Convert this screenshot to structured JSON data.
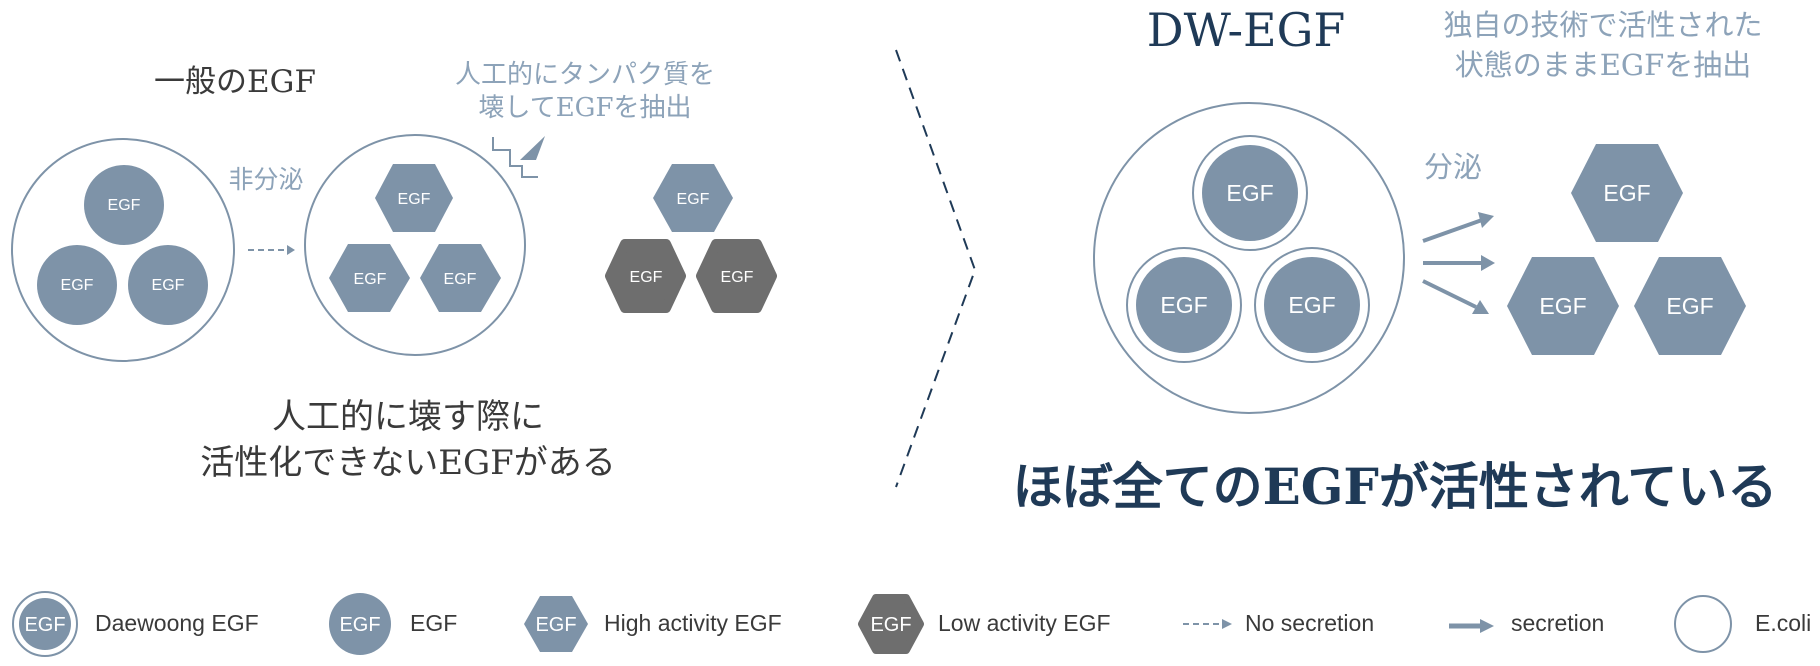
{
  "left": {
    "title": "一般のEGF",
    "note_line1": "人工的にタンパク質を",
    "note_line2": "壊してEGFを抽出",
    "arrow_label": "非分泌",
    "egf": "EGF",
    "conclusion_line1": "人工的に壊す際に",
    "conclusion_line2": "活性化できないEGFがある"
  },
  "right": {
    "title": "DW-EGF",
    "note_line1": "独自の技術で活性された",
    "note_line2": "状態のままEGFを抽出",
    "arrow_label": "分泌",
    "egf": "EGF",
    "conclusion": "ほぼ全てのEGFが活性されている"
  },
  "legend": {
    "daewoong": "Daewoong EGF",
    "egf": "EGF",
    "high": "High activity EGF",
    "low": "Low activity EGF",
    "no_secretion": "No secretion",
    "secretion": "secretion",
    "ecoli": "E.coli",
    "icon_text": "EGF"
  },
  "colors": {
    "blue_gray": "#7e93a8",
    "dark_gray": "#6e6e6e",
    "navy": "#1f3a57",
    "light_text": "#8da3b9",
    "text": "#3a3a3a"
  }
}
